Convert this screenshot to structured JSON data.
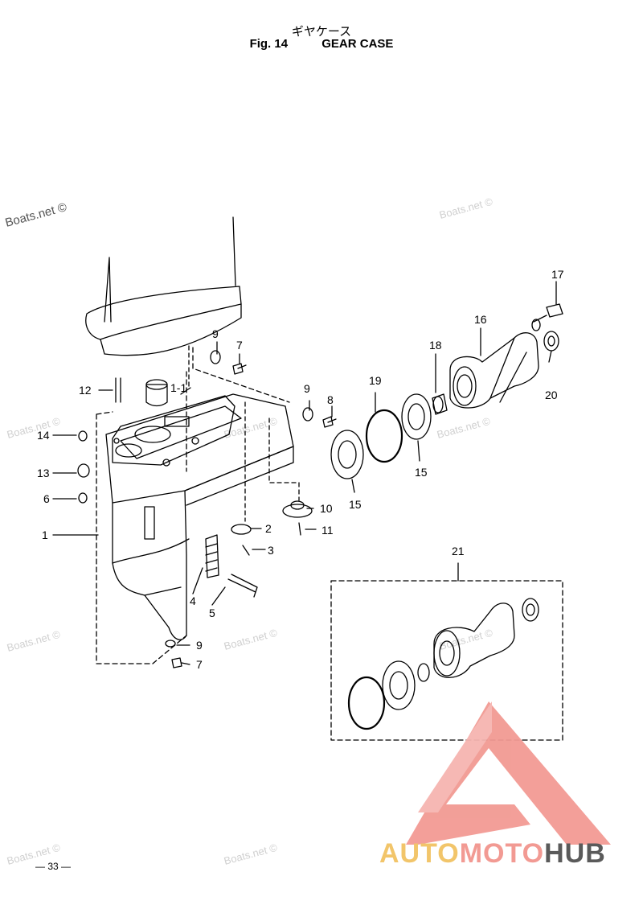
{
  "header": {
    "title_jp": "ギヤケース",
    "fig_label": "Fig. 14",
    "title_en": "GEAR CASE"
  },
  "callouts": [
    {
      "id": "c17",
      "label": "17"
    },
    {
      "id": "c16",
      "label": "16"
    },
    {
      "id": "c9a",
      "label": "9"
    },
    {
      "id": "c7a",
      "label": "7"
    },
    {
      "id": "c18",
      "label": "18"
    },
    {
      "id": "c19",
      "label": "19"
    },
    {
      "id": "c20",
      "label": "20"
    },
    {
      "id": "c11a",
      "label": "1-1"
    },
    {
      "id": "c12",
      "label": "12"
    },
    {
      "id": "c9b",
      "label": "9"
    },
    {
      "id": "c8",
      "label": "8"
    },
    {
      "id": "c15a",
      "label": "15"
    },
    {
      "id": "c15b",
      "label": "15"
    },
    {
      "id": "c14",
      "label": "14"
    },
    {
      "id": "c13",
      "label": "13"
    },
    {
      "id": "c6",
      "label": "6"
    },
    {
      "id": "c10",
      "label": "10"
    },
    {
      "id": "c2",
      "label": "2"
    },
    {
      "id": "c11",
      "label": "11"
    },
    {
      "id": "c1",
      "label": "1"
    },
    {
      "id": "c3",
      "label": "3"
    },
    {
      "id": "c21",
      "label": "21"
    },
    {
      "id": "c4",
      "label": "4"
    },
    {
      "id": "c5",
      "label": "5"
    },
    {
      "id": "c9c",
      "label": "9"
    },
    {
      "id": "c7b",
      "label": "7"
    }
  ],
  "watermarks": {
    "main": "Boats.net ©",
    "faint": "Boats.net ©"
  },
  "footer": {
    "page_number": "— 33 —"
  },
  "logo": {
    "auto": "AUTO",
    "moto": "MOTO",
    "hub": "HUB",
    "triangle_color": "#f29a93",
    "auto_color": "#f2c56a",
    "hub_color": "#5a5a5a"
  }
}
